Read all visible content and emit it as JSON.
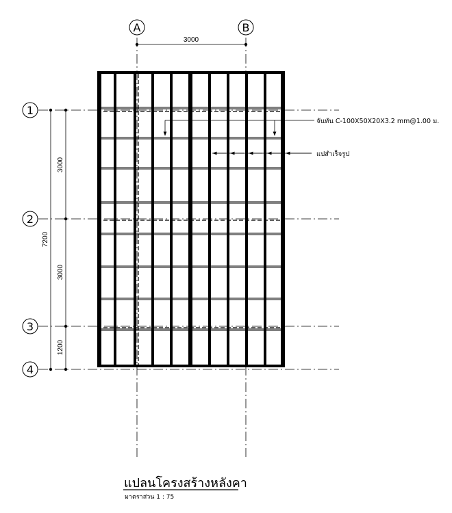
{
  "grid_columns": [
    "A",
    "B"
  ],
  "grid_rows": [
    "1",
    "2",
    "3",
    "4"
  ],
  "dimensions": {
    "between_columns": "3000",
    "row_1_2": "3000",
    "row_2_3": "3000",
    "row_3_4": "1200",
    "overall_rows": "7200"
  },
  "notes": {
    "purlin": "จันทัน C-100X50X20X3.2 mm@1.00 ม.",
    "batten": "แปสำเร็จรูป"
  },
  "title": {
    "main": "แปลนโครงสร้างหลังคา",
    "scale": "มาตราส่วน  1 : 75"
  }
}
